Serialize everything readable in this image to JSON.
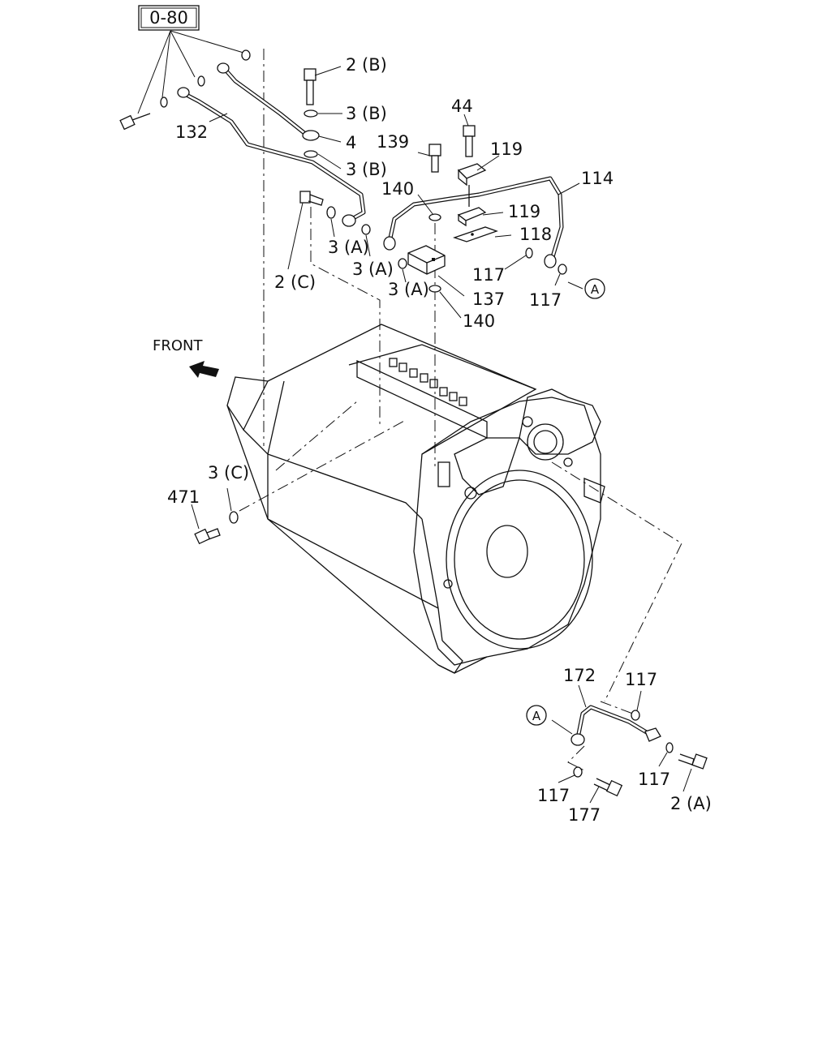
{
  "diagram": {
    "ref_box": "0-80",
    "direction_label": "FRONT",
    "callout_a": "A",
    "labels": {
      "l_2b": "2 (B)",
      "l_3b_top": "3 (B)",
      "l_4": "4",
      "l_3b_bottom": "3 (B)",
      "l_132": "132",
      "l_2c": "2 (C)",
      "l_3a_1": "3 (A)",
      "l_3a_2": "3 (A)",
      "l_3a_3": "3 (A)",
      "l_44": "44",
      "l_139": "139",
      "l_119_top": "119",
      "l_114": "114",
      "l_140_top": "140",
      "l_119_bottom": "119",
      "l_118": "118",
      "l_117_a": "117",
      "l_137": "137",
      "l_117_b": "117",
      "l_140_bottom": "140",
      "l_3c": "3 (C)",
      "l_471": "471",
      "l_172": "172",
      "l_117_c": "117",
      "l_117_d": "117",
      "l_117_e": "117",
      "l_2a": "2 (A)",
      "l_177": "177"
    }
  }
}
